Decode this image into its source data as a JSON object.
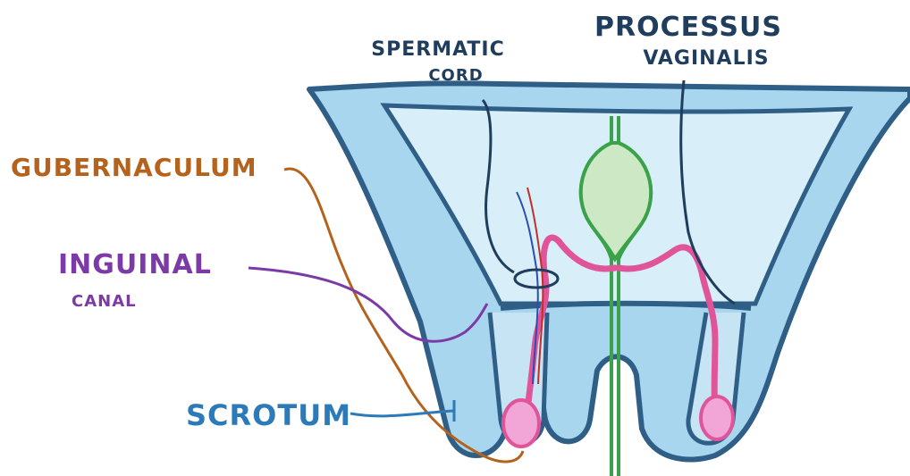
{
  "labels": {
    "spermatic_cord": {
      "line1": "SPERMATIC",
      "line2": "CORD"
    },
    "processus_vaginalis": {
      "line1": "PROCESSUS",
      "line2": "VAGINALIS"
    },
    "gubernaculum": {
      "text": "GUBERNACULUM"
    },
    "inguinal_canal": {
      "line1": "INGUINAL",
      "line2": "CANAL"
    },
    "scrotum": {
      "text": "SCROTUM"
    }
  },
  "colors": {
    "body_outline": "#2f5f86",
    "body_fill": "#a9d6ef",
    "inner_fill": "#d8eef8",
    "processus_outline": "#3aa24a",
    "processus_fill": "#cde8c4",
    "vessel_pink": "#e0559a",
    "testis_fill": "#f2a6d8",
    "gubernaculum": "#b5621c",
    "inguinal": "#7b3aa6",
    "scrotum_label": "#2c7bb8",
    "label_navy": "#1f3d5c"
  }
}
